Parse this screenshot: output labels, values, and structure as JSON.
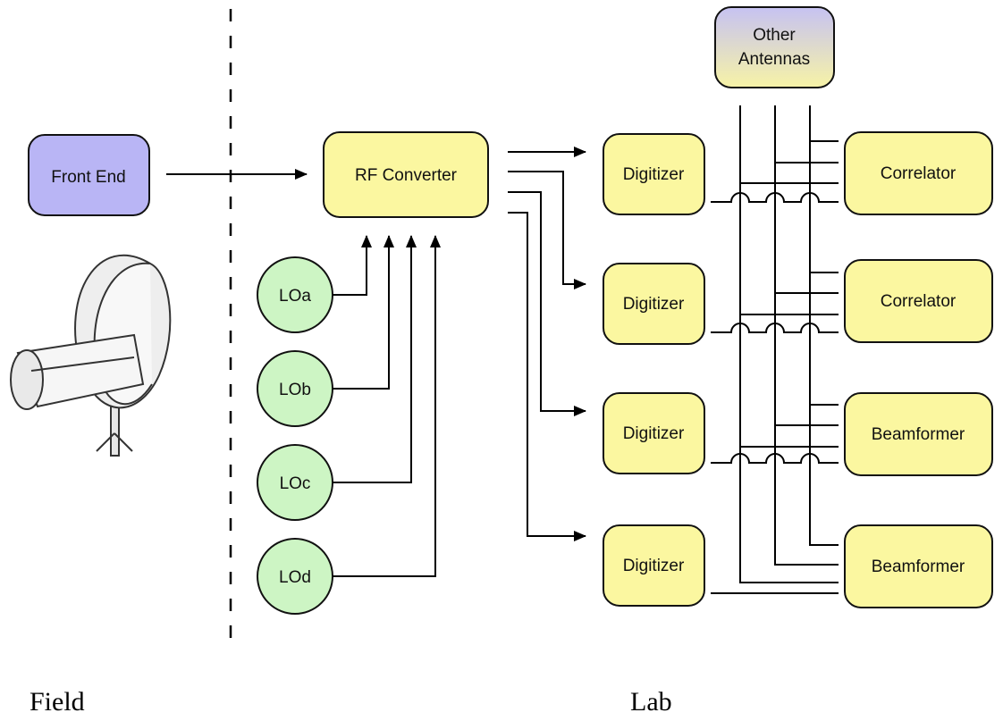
{
  "colors": {
    "front_end_fill": "#b9b5f5",
    "block_fill": "#fbf7a0",
    "lo_fill": "#cdf5c4",
    "other_antennas_top": "#c6c2f2",
    "other_antennas_bottom": "#f7f3a6",
    "line": "#000000"
  },
  "icons": {
    "dish": "dish-antenna-icon"
  },
  "diagram": {
    "front_end": "Front End",
    "rf_converter": "RF Converter",
    "other_antennas": [
      "Other",
      "Antennas"
    ],
    "local_oscillators": [
      "LOa",
      "LOb",
      "LOc",
      "LOd"
    ],
    "digitizers": [
      "Digitizer",
      "Digitizer",
      "Digitizer",
      "Digitizer"
    ],
    "backends": [
      "Correlator",
      "Correlator",
      "Beamformer",
      "Beamformer"
    ],
    "regions": {
      "left": "Field",
      "right": "Lab"
    }
  }
}
